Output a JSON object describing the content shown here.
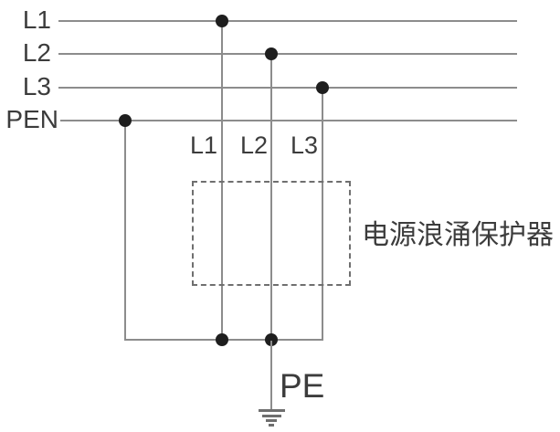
{
  "colors": {
    "background": "#ffffff",
    "line": "#8c8c8c",
    "dash": "#6f6f6f",
    "dot": "#1e1e1e",
    "text": "#3c3c3c"
  },
  "feeders": [
    {
      "label": "L1"
    },
    {
      "label": "L2"
    },
    {
      "label": "L3"
    },
    {
      "label": "PEN"
    }
  ],
  "spd_terminals": [
    {
      "label": "L1"
    },
    {
      "label": "L2"
    },
    {
      "label": "L3"
    }
  ],
  "device_label": "电源浪涌保护器",
  "earth_label": "PE"
}
